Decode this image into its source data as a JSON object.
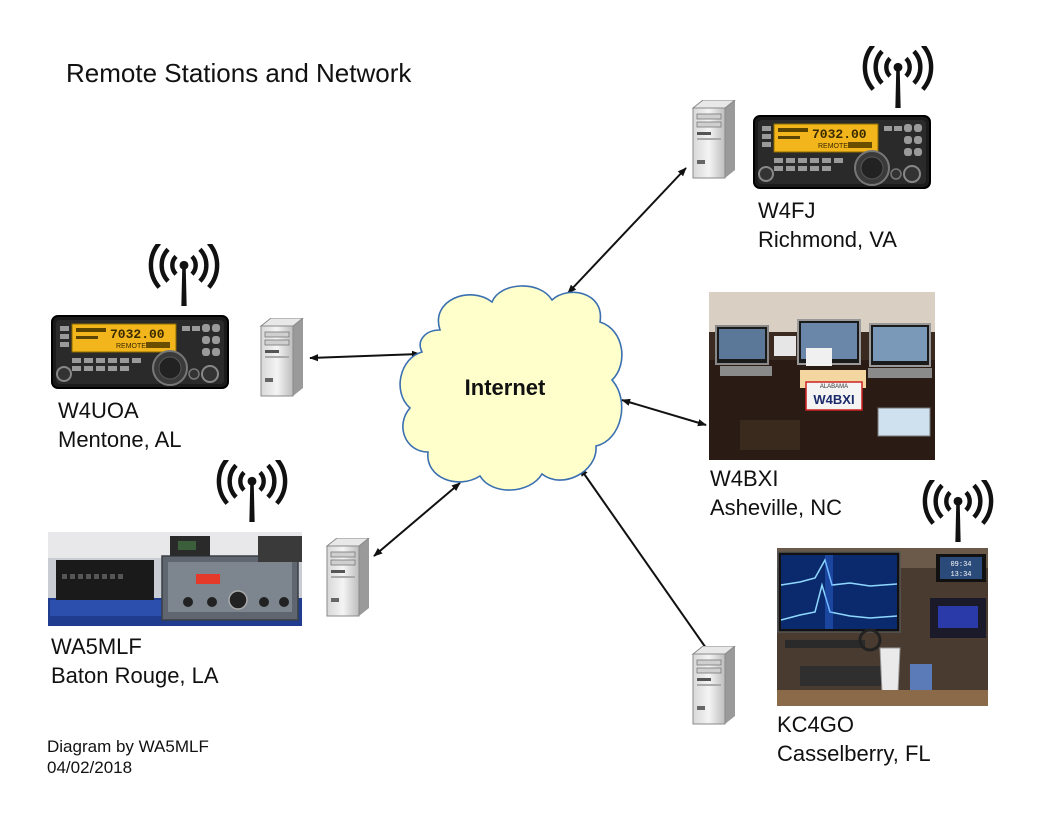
{
  "title": "Remote Stations and Network",
  "hub": {
    "label": "Internet"
  },
  "credit": {
    "line1": "Diagram by WA5MLF",
    "line2": "04/02/2018"
  },
  "stations": [
    {
      "call": "W4FJ",
      "location": "Richmond, VA",
      "equipment": "transceiver"
    },
    {
      "call": "W4UOA",
      "location": "Mentone, AL",
      "equipment": "transceiver"
    },
    {
      "call": "W4BXI",
      "location": "Asheville, NC",
      "equipment": "laptop-desk-photo",
      "plate_text": "W4BXI",
      "plate_state": "ALABAMA"
    },
    {
      "call": "WA5MLF",
      "location": "Baton Rouge, LA",
      "equipment": "amplifier-photo"
    },
    {
      "call": "KC4GO",
      "location": "Casselberry, FL",
      "equipment": "sdr-shack-photo",
      "clock_1": "09:34",
      "clock_2": "13:34"
    }
  ],
  "radio_display": {
    "main": "7032.00",
    "sub": "REMOTE"
  },
  "colors": {
    "cloud_fill": "#ffffcc",
    "cloud_stroke": "#3a6fb0",
    "arrow": "#111111"
  },
  "icons": [
    "antenna-icon",
    "server-icon",
    "cloud-icon"
  ]
}
